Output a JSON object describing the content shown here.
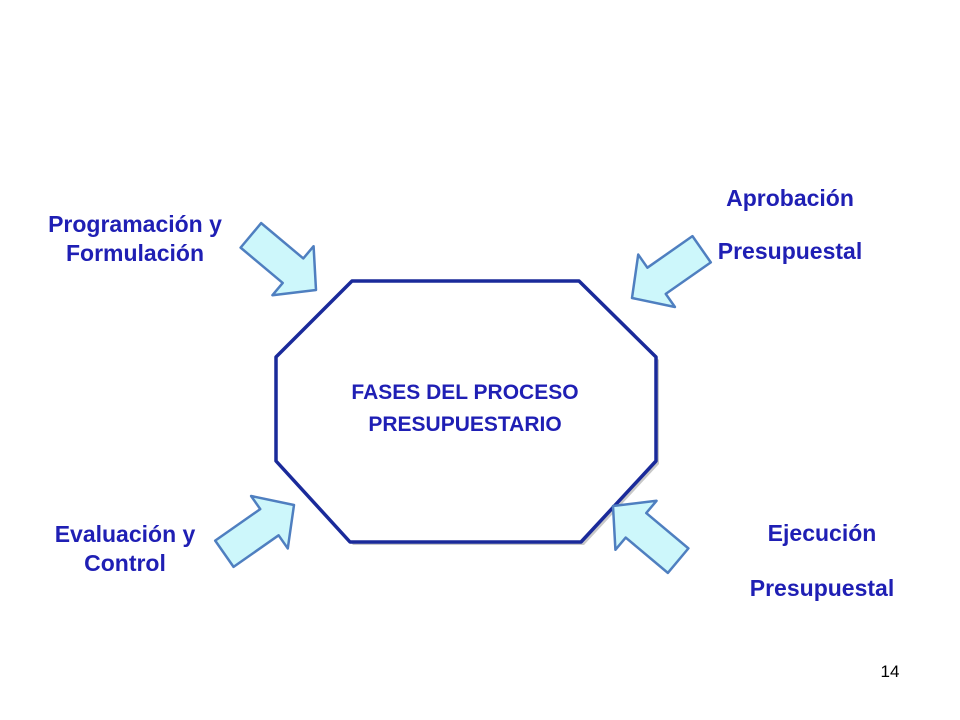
{
  "center": {
    "line1": "FASES DEL PROCESO",
    "line2": "PRESUPUESTARIO"
  },
  "phases": {
    "top_left": {
      "line1": "Programación y",
      "line2": "Formulación"
    },
    "top_right": {
      "line1": "Aprobación",
      "line2": "Presupuestal"
    },
    "bottom_left": {
      "line1": "Evaluación y",
      "line2": "Control"
    },
    "bottom_right": {
      "line1": "Ejecución",
      "line2": "Presupuestal"
    }
  },
  "page_number": "14",
  "colors": {
    "text": "#1f1fb4",
    "octagon_border": "#1a2a9a",
    "arrow_fill": "#cdf7fb",
    "arrow_stroke": "#4f7fc0"
  }
}
